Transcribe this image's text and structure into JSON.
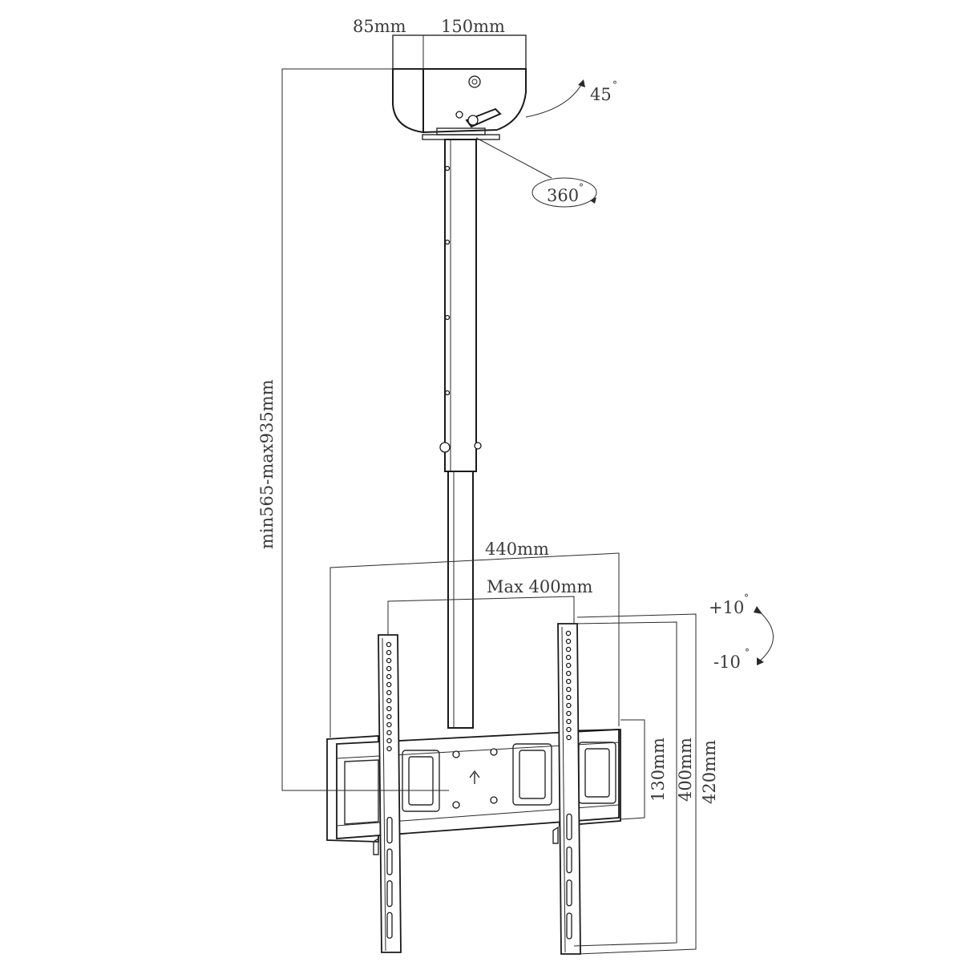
{
  "labels": {
    "depth": "85mm",
    "width_top": "150mm",
    "tilt_top": "45",
    "swivel": "360",
    "height_range": "min565-max935mm",
    "bracket_width": "440mm",
    "vesa_max_width": "Max 400mm",
    "tilt_up": "+10",
    "tilt_down": "-10",
    "plate_height": "130mm",
    "vesa_height": "400mm",
    "rail_height": "420mm",
    "degree": "°"
  }
}
